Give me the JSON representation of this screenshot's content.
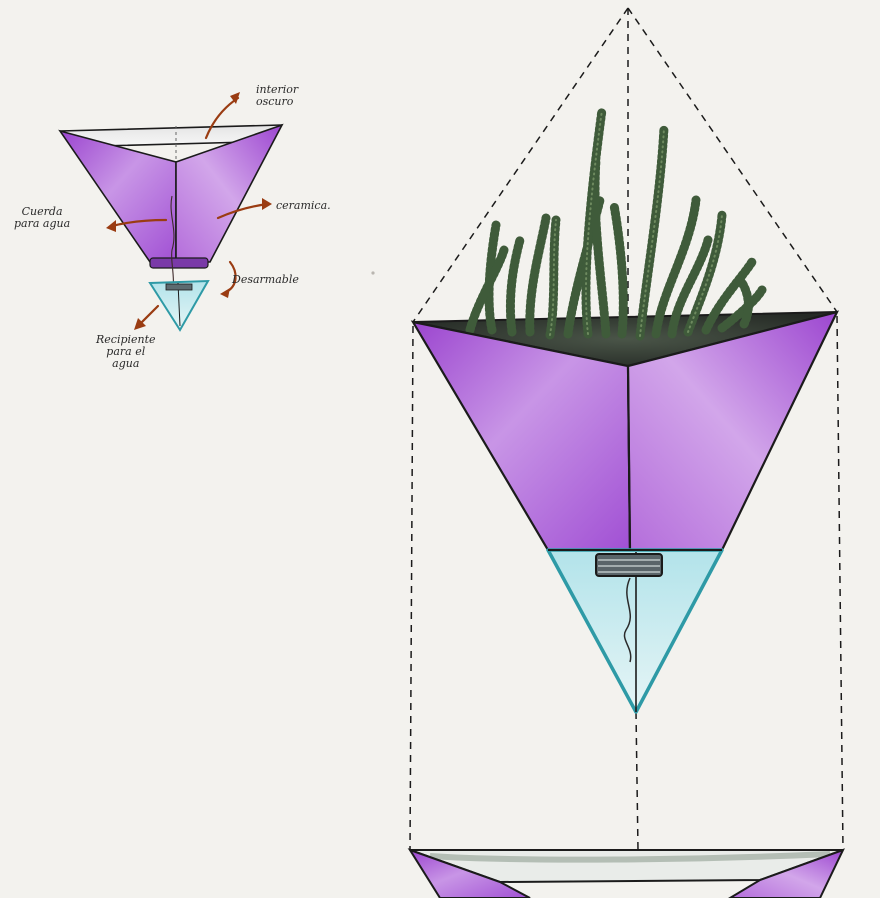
{
  "annotations": {
    "interior": [
      "interior",
      "oscuro"
    ],
    "ceramica": [
      "ceramica."
    ],
    "cuerda": [
      "Cuerda",
      "para agua"
    ],
    "desarmable": [
      "Desarmable"
    ],
    "recipiente": [
      "Recipiente",
      "para el",
      "agua"
    ]
  },
  "colors": {
    "paper": "#f3f2ee",
    "pot_purple": "#a74fd6",
    "pot_purple_light": "#c48de4",
    "reservoir_cyan": "#bfe7ec",
    "reservoir_edge": "#2e9aa6",
    "plant_green": "#3f5b3a",
    "arrow_orange": "#9a3c12",
    "ink": "#1b1b1b"
  }
}
